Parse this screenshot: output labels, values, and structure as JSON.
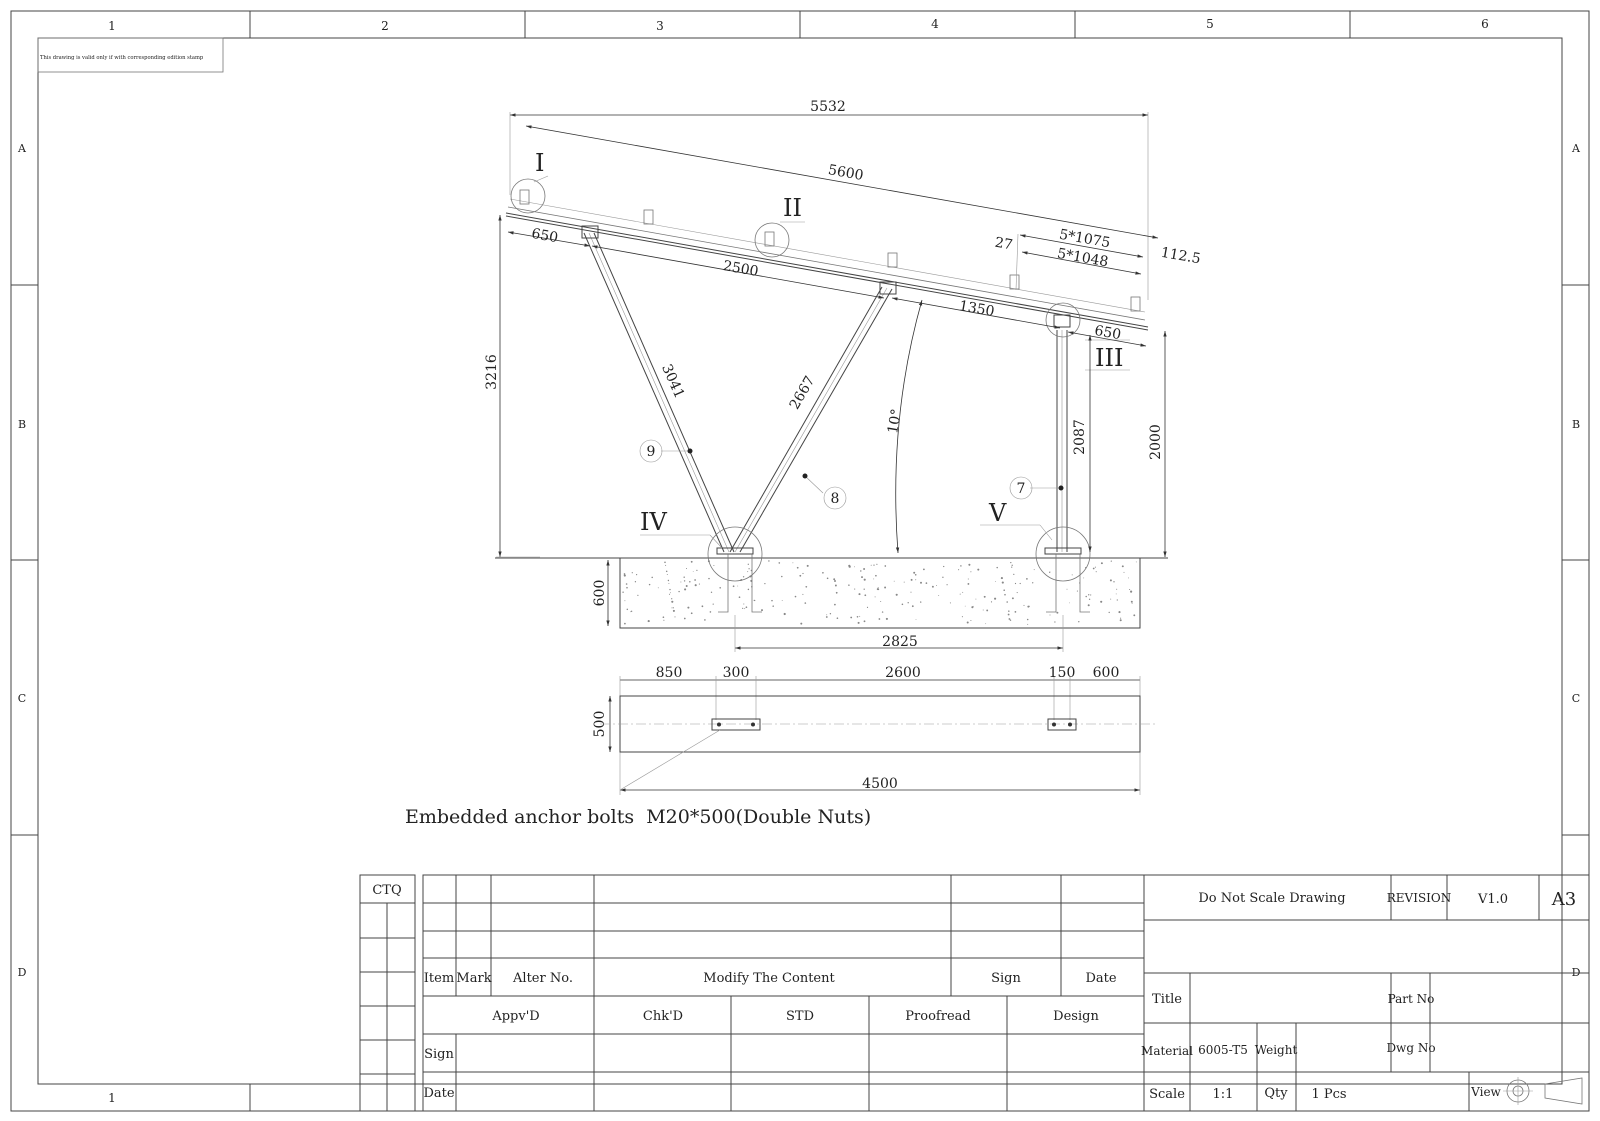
{
  "sheet": {
    "columns": [
      "1",
      "2",
      "3",
      "4",
      "5",
      "6"
    ],
    "rows": [
      "A",
      "B",
      "C",
      "D"
    ],
    "bottom_column": "1",
    "validity_note": "This drawing is valid only if with corresponding edition stamp"
  },
  "drawing": {
    "detail_markers": [
      "I",
      "II",
      "III",
      "IV",
      "V"
    ],
    "part_balloons": [
      "9",
      "8",
      "7"
    ],
    "dimensions": {
      "overall_horizontal": "5532",
      "rail_length": "5600",
      "module_pitch": "5*1075",
      "module_width": "5*1048",
      "clamp_gap": "27",
      "overhang_end": "112.5",
      "rail_front_overhang": "650",
      "beam_span_front": "2500",
      "beam_span_rear": "1350",
      "rail_rear_overhang": "650",
      "brace_length_front": "3041",
      "brace_length_rear": "2667",
      "total_height": "3216",
      "rear_post_length": "2087",
      "low_edge_height": "2000",
      "tilt_angle": "10°",
      "foundation_depth": "600",
      "anchor_spacing": "2825",
      "plan_seg_1": "850",
      "plan_seg_2": "300",
      "plan_seg_3": "2600",
      "plan_seg_4": "150",
      "plan_seg_5": "600",
      "foundation_width": "500",
      "foundation_length": "4500"
    },
    "anchor_note": "Embedded anchor bolts  M20*500(Double Nuts)"
  },
  "title_block": {
    "ctq": "CTQ",
    "rev_headers": {
      "item": "Item",
      "mark": "Mark",
      "alter_no": "Alter No.",
      "modify": "Modify The Content",
      "sign": "Sign",
      "date": "Date"
    },
    "approval_headers": [
      "Appv'D",
      "Chk'D",
      "STD",
      "Proofread",
      "Design"
    ],
    "row_labels": {
      "sign": "Sign",
      "date": "Date"
    },
    "do_not_scale": "Do Not Scale Drawing",
    "revision_label": "REVISION",
    "revision_value": "V1.0",
    "sheet_size": "A3",
    "title_label": "Title",
    "part_no_label": "Part No",
    "material_label": "Material",
    "material_value": "6005-T5",
    "weight_label": "Weight",
    "dwg_no_label": "Dwg No",
    "scale_label": "Scale",
    "scale_value": "1:1",
    "qty_label": "Qty",
    "qty_value": "1 Pcs",
    "view_label": "View"
  }
}
